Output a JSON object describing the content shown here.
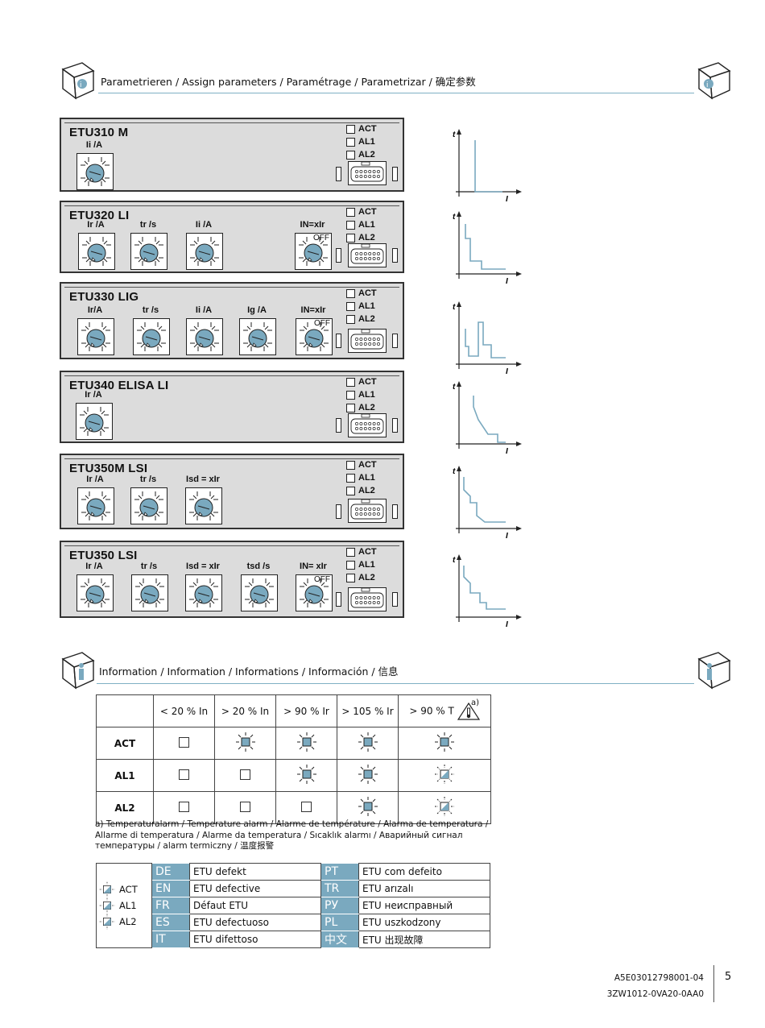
{
  "header1": {
    "title": "Parametrieren / Assign parameters / Paramétrage / Parametrizar / 确定参数"
  },
  "leds": [
    "ACT",
    "AL1",
    "AL2"
  ],
  "panels": [
    {
      "title": "ETU310 M",
      "labels": [
        "Ii /A"
      ]
    },
    {
      "title": "ETU320 LI",
      "labels": [
        "Ir /A",
        "tr /s",
        "Ii /A",
        "IN=xIr"
      ],
      "off": "OFF"
    },
    {
      "title": "ETU330  LIG",
      "labels": [
        "Ir/A",
        "tr /s",
        "Ii /A",
        "Ig /A",
        "IN=xIr"
      ],
      "off": "OFF"
    },
    {
      "title": "ETU340 ELISA LI",
      "labels": [
        "Ir /A"
      ]
    },
    {
      "title": "ETU350M  LSI",
      "labels": [
        "Ir /A",
        "tr /s",
        "Isd = xIr"
      ]
    },
    {
      "title": "ETU350  LSI",
      "labels": [
        "Ir /A",
        "tr /s",
        "Isd = xIr",
        "tsd /s",
        "IN= xIr"
      ],
      "off": "OFF"
    }
  ],
  "graphs": {
    "t": "t",
    "I": "I"
  },
  "header2": {
    "title": "Information / Information / Informations / Información / 信息"
  },
  "info_table": {
    "headers": [
      "< 20 % In",
      "> 20 % In",
      "> 90 % Ir",
      "> 105 % Ir",
      "> 90 % T",
      "a)"
    ],
    "rows": [
      {
        "label": "ACT",
        "states": [
          "off",
          "blink",
          "blink",
          "blink",
          "blink"
        ]
      },
      {
        "label": "AL1",
        "states": [
          "off",
          "off",
          "blink",
          "blink",
          "diag"
        ]
      },
      {
        "label": "AL2",
        "states": [
          "off",
          "off",
          "off",
          "blink",
          "diag"
        ]
      }
    ]
  },
  "footnote": "a) Temperaturalarm / Temperature alarm / Alarme de température / Alarma de temperatura / Allarme di temperatura / Alarme da temperatura / Sıcaklık alarmı / Аварийный сигнал температуры / alarm termiczny / 温度报警",
  "lang_table": {
    "leds": [
      "ACT",
      "AL1",
      "AL2"
    ],
    "rows": [
      {
        "c1": "DE",
        "t1": "ETU defekt",
        "c2": "PT",
        "t2": "ETU com defeito"
      },
      {
        "c1": "EN",
        "t1": "ETU defective",
        "c2": "TR",
        "t2": "ETU arızalı"
      },
      {
        "c1": "FR",
        "t1": "Défaut ETU",
        "c2": "РУ",
        "t2": "ETU неисправный"
      },
      {
        "c1": "ES",
        "t1": "ETU defectuoso",
        "c2": "PL",
        "t2": "ETU uszkodzony"
      },
      {
        "c1": "IT",
        "t1": "ETU difettoso",
        "c2": "中文",
        "t2": "ETU 出现故障"
      }
    ]
  },
  "footer": {
    "doc_no": "A5E03012798001-04",
    "order_no": "3ZW1012-0VA20-0AA0",
    "page": "5"
  }
}
